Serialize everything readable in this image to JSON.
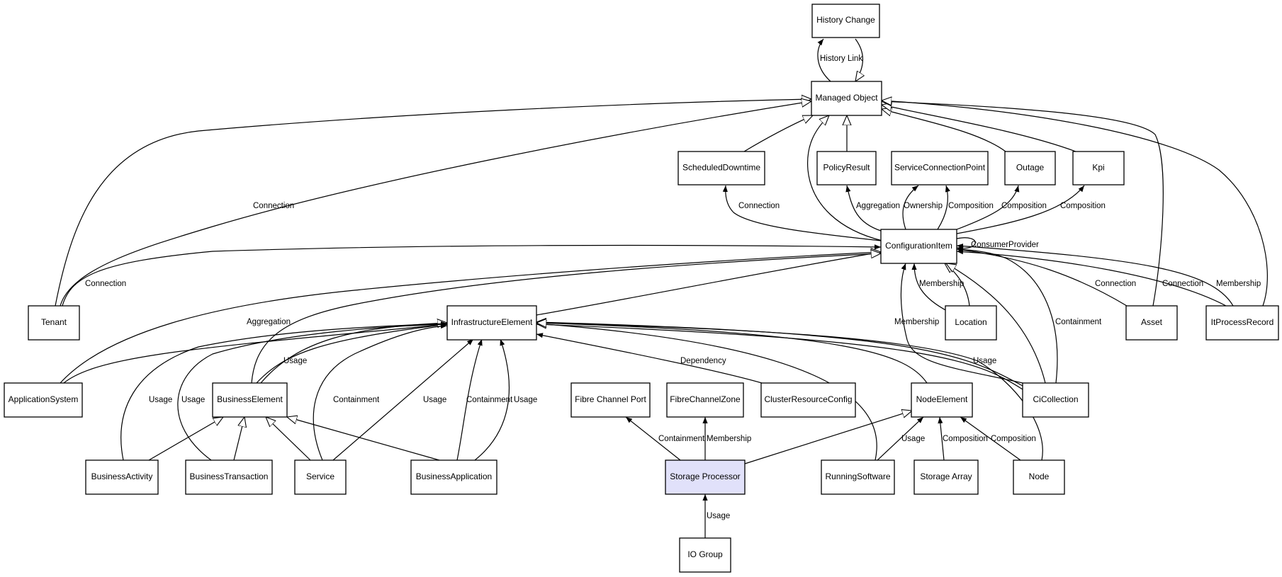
{
  "colors": {
    "background": "#ffffff",
    "line": "#000000",
    "node_fill": "#ffffff",
    "highlight_fill": "#e1e1fa"
  },
  "nodes": {
    "history_change": "History Change",
    "managed_object": "Managed Object",
    "scheduled_downtime": "ScheduledDowntime",
    "policy_result": "PolicyResult",
    "service_connection_point": "ServiceConnectionPoint",
    "outage": "Outage",
    "kpi": "Kpi",
    "configuration_item": "ConfigurationItem",
    "tenant": "Tenant",
    "infrastructure_element": "InfrastructureElement",
    "location": "Location",
    "asset": "Asset",
    "it_process_record": "ItProcessRecord",
    "application_system": "ApplicationSystem",
    "business_element": "BusinessElement",
    "fibre_channel_port": "Fibre Channel Port",
    "fibre_channel_zone": "FibreChannelZone",
    "cluster_resource_config": "ClusterResourceConfig",
    "node_element": "NodeElement",
    "ci_collection": "CiCollection",
    "business_activity": "BusinessActivity",
    "business_transaction": "BusinessTransaction",
    "service": "Service",
    "business_application": "BusinessApplication",
    "storage_processor": "Storage Processor",
    "running_software": "RunningSoftware",
    "storage_array": "Storage Array",
    "node": "Node",
    "io_group": "IO Group"
  },
  "edge_labels": {
    "history_link": "History Link",
    "tenant_managed_connection": "Connection",
    "ci_scheduled_connection": "Connection",
    "ci_policy_aggregation": "Aggregation",
    "ci_scp_ownership": "Ownership",
    "ci_scp_composition": "Composition",
    "ci_outage_composition": "Composition",
    "ci_kpi_composition": "Composition",
    "ci_consumer_provider": "ConsumerProvider",
    "tenant_ci_connection": "Connection",
    "location_membership": "Membership",
    "asset_connection": "Connection",
    "itpr_connection": "Connection",
    "itpr_membership": "Membership",
    "appsys_aggregation": "Aggregation",
    "cicollection_membership": "Membership",
    "cicollection_containment": "Containment",
    "cicollection_usage": "Usage",
    "cluster_dependency": "Dependency",
    "business_element_usage": "Usage",
    "business_activity_usage": "Usage",
    "business_transaction_usage": "Usage",
    "service_containment": "Containment",
    "service_usage": "Usage",
    "business_application_containment": "Containment",
    "business_application_usage": "Usage",
    "storage_processor_containment": "Containment",
    "storage_processor_membership": "Membership",
    "running_software_usage": "Usage",
    "storage_array_composition": "Composition",
    "node_composition": "Composition",
    "io_group_usage": "Usage"
  }
}
